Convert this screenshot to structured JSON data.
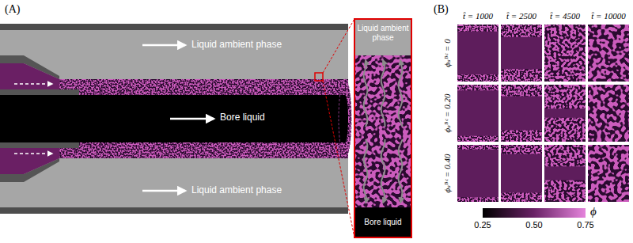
{
  "diagram": {
    "labels": [
      "(A)",
      "Liquid ambient phase",
      "Bore liquid",
      "Liquid ambient phase",
      "Liquid ambient phase",
      "Bore liquid",
      "(B)",
      "t̂ = 1000",
      "t̂ = 2500",
      "t̂ = 4500",
      "t̂ = 10000",
      "ϕₛᴮᶜ = 0",
      "ϕₛᴮᶜ = 0.20",
      "ϕₛᴮᶜ = 0.40",
      "0.25",
      "0.50",
      "0.75",
      "ϕ"
    ]
  }
}
